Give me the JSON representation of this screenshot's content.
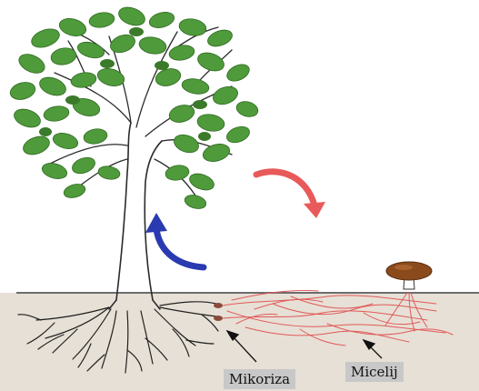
{
  "diagram": {
    "labels": {
      "mikoriza": "Mikoriza",
      "micelij": "Micelij"
    },
    "arrows": [
      {
        "name": "tree-to-fungus",
        "color": "#e85a5a"
      },
      {
        "name": "fungus-to-tree",
        "color": "#2a3ab0"
      }
    ],
    "colors": {
      "soil": "#e7e0d6",
      "ground_line": "#6d6d6d",
      "foliage": "#4f9a3a",
      "foliage_dark": "#3a7a2a",
      "branch": "#2b2b2b",
      "root": "#222222",
      "hyphae": "#e05a5a",
      "mushroom_cap": "#8b4a1c"
    }
  }
}
